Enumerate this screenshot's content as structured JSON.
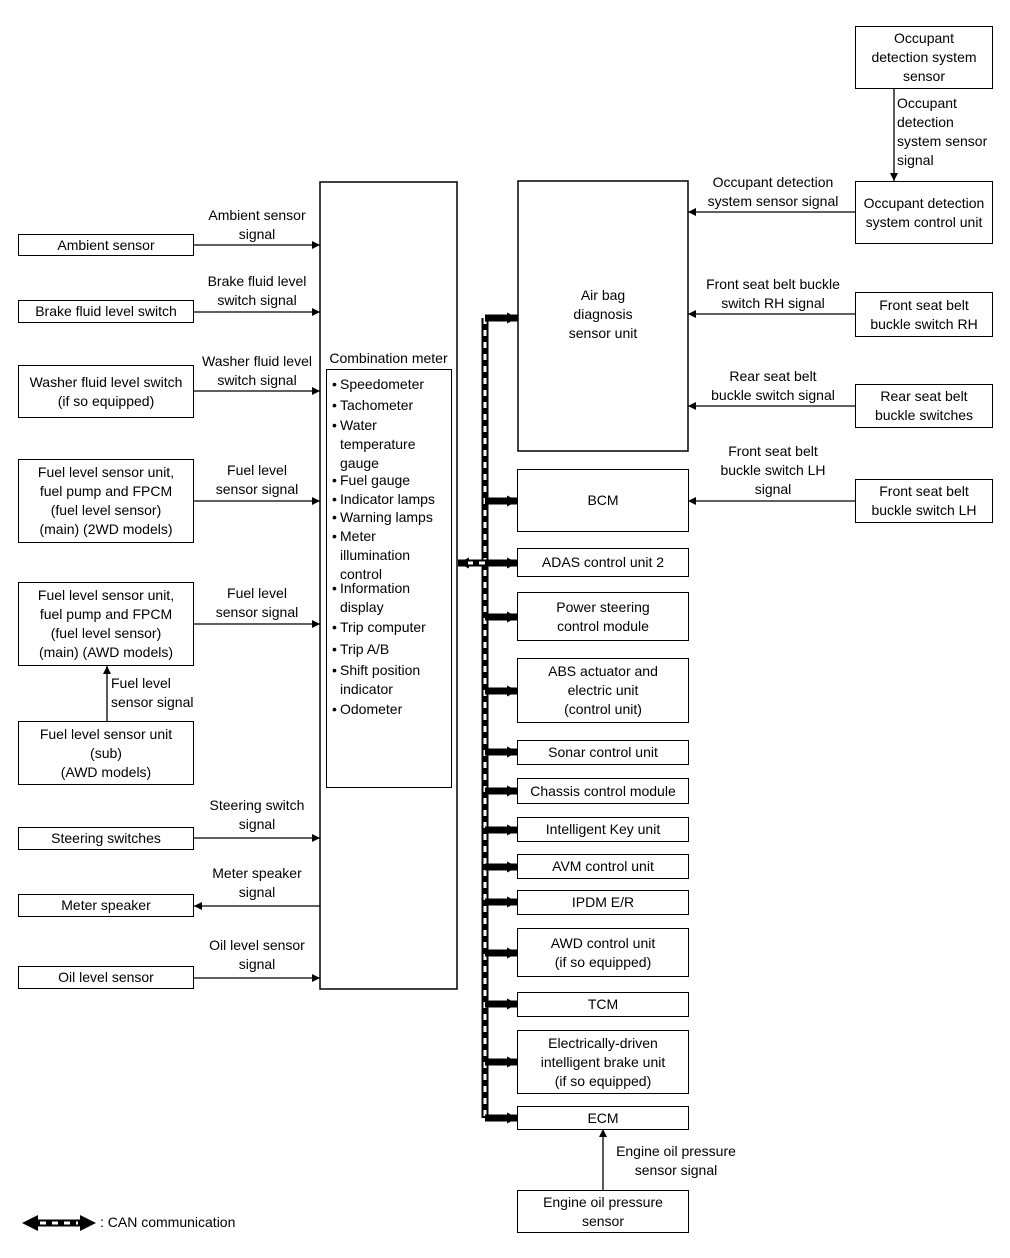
{
  "left_boxes": {
    "ambient_sensor": "Ambient sensor",
    "brake_fluid_level_switch": "Brake fluid level switch",
    "washer_fluid_level_switch": "Washer fluid level switch\n(if so equipped)",
    "fuel_level_2wd": "Fuel level sensor unit,\nfuel pump and FPCM\n(fuel level sensor)\n(main) (2WD models)",
    "fuel_level_awd": "Fuel level sensor unit,\nfuel pump and FPCM\n(fuel level sensor)\n(main) (AWD models)",
    "fuel_level_sub": "Fuel level sensor unit\n(sub)\n(AWD models)",
    "steering_switches": "Steering switches",
    "meter_speaker": "Meter speaker",
    "oil_level_sensor": "Oil level sensor"
  },
  "left_signals": {
    "ambient": "Ambient sensor\nsignal",
    "brake": "Brake fluid level\nswitch signal",
    "washer": "Washer fluid level\nswitch signal",
    "fuel_2wd": "Fuel level\nsensor signal",
    "fuel_awd": "Fuel level\nsensor signal",
    "fuel_sub": "Fuel level\nsensor signal",
    "steering": "Steering switch\nsignal",
    "speaker": "Meter speaker\nsignal",
    "oil": "Oil level sensor\nsignal"
  },
  "combination_meter": {
    "title": "Combination meter",
    "bullet": "•",
    "items": [
      "Speedometer",
      "Tachometer",
      "Water\ntemperature\ngauge",
      "Fuel gauge",
      "Indicator lamps",
      "Warning lamps",
      "Meter\nillumination\ncontrol",
      "Information\ndisplay",
      "Trip computer",
      "Trip A/B",
      "Shift position\nindicator",
      "Odometer"
    ]
  },
  "center_boxes": {
    "airbag": "Air bag\ndiagnosis\nsensor unit",
    "bcm": "BCM",
    "adas": "ADAS control unit 2",
    "power_steering": "Power steering\ncontrol module",
    "abs": "ABS actuator and\nelectric unit\n(control unit)",
    "sonar": "Sonar control unit",
    "chassis": "Chassis control module",
    "intelligent_key": "Intelligent Key unit",
    "avm": "AVM control unit",
    "ipdm": "IPDM E/R",
    "awd": "AWD control unit\n(if so equipped)",
    "tcm": "TCM",
    "brake_unit": "Electrically-driven\nintelligent brake unit\n(if so equipped)",
    "ecm": "ECM",
    "engine_oil_sensor": "Engine oil pressure\nsensor"
  },
  "right_boxes": {
    "occupant_sensor": "Occupant\ndetection system\nsensor",
    "occupant_control": "Occupant detection\nsystem control unit",
    "front_rh": "Front seat belt\nbuckle switch RH",
    "rear": "Rear seat belt\nbuckle switches",
    "front_lh": "Front seat belt\nbuckle switch LH"
  },
  "right_signals": {
    "occupant_sensor": "Occupant\ndetection\nsystem sensor\nsignal",
    "occupant_control": "Occupant detection\nsystem sensor signal",
    "front_rh": "Front seat belt buckle\nswitch RH signal",
    "rear": "Rear seat belt\nbuckle switch signal",
    "front_lh": "Front seat belt\nbuckle switch LH\nsignal",
    "engine_oil": "Engine oil pressure\nsensor signal"
  },
  "legend": {
    "text": ": CAN communication"
  }
}
